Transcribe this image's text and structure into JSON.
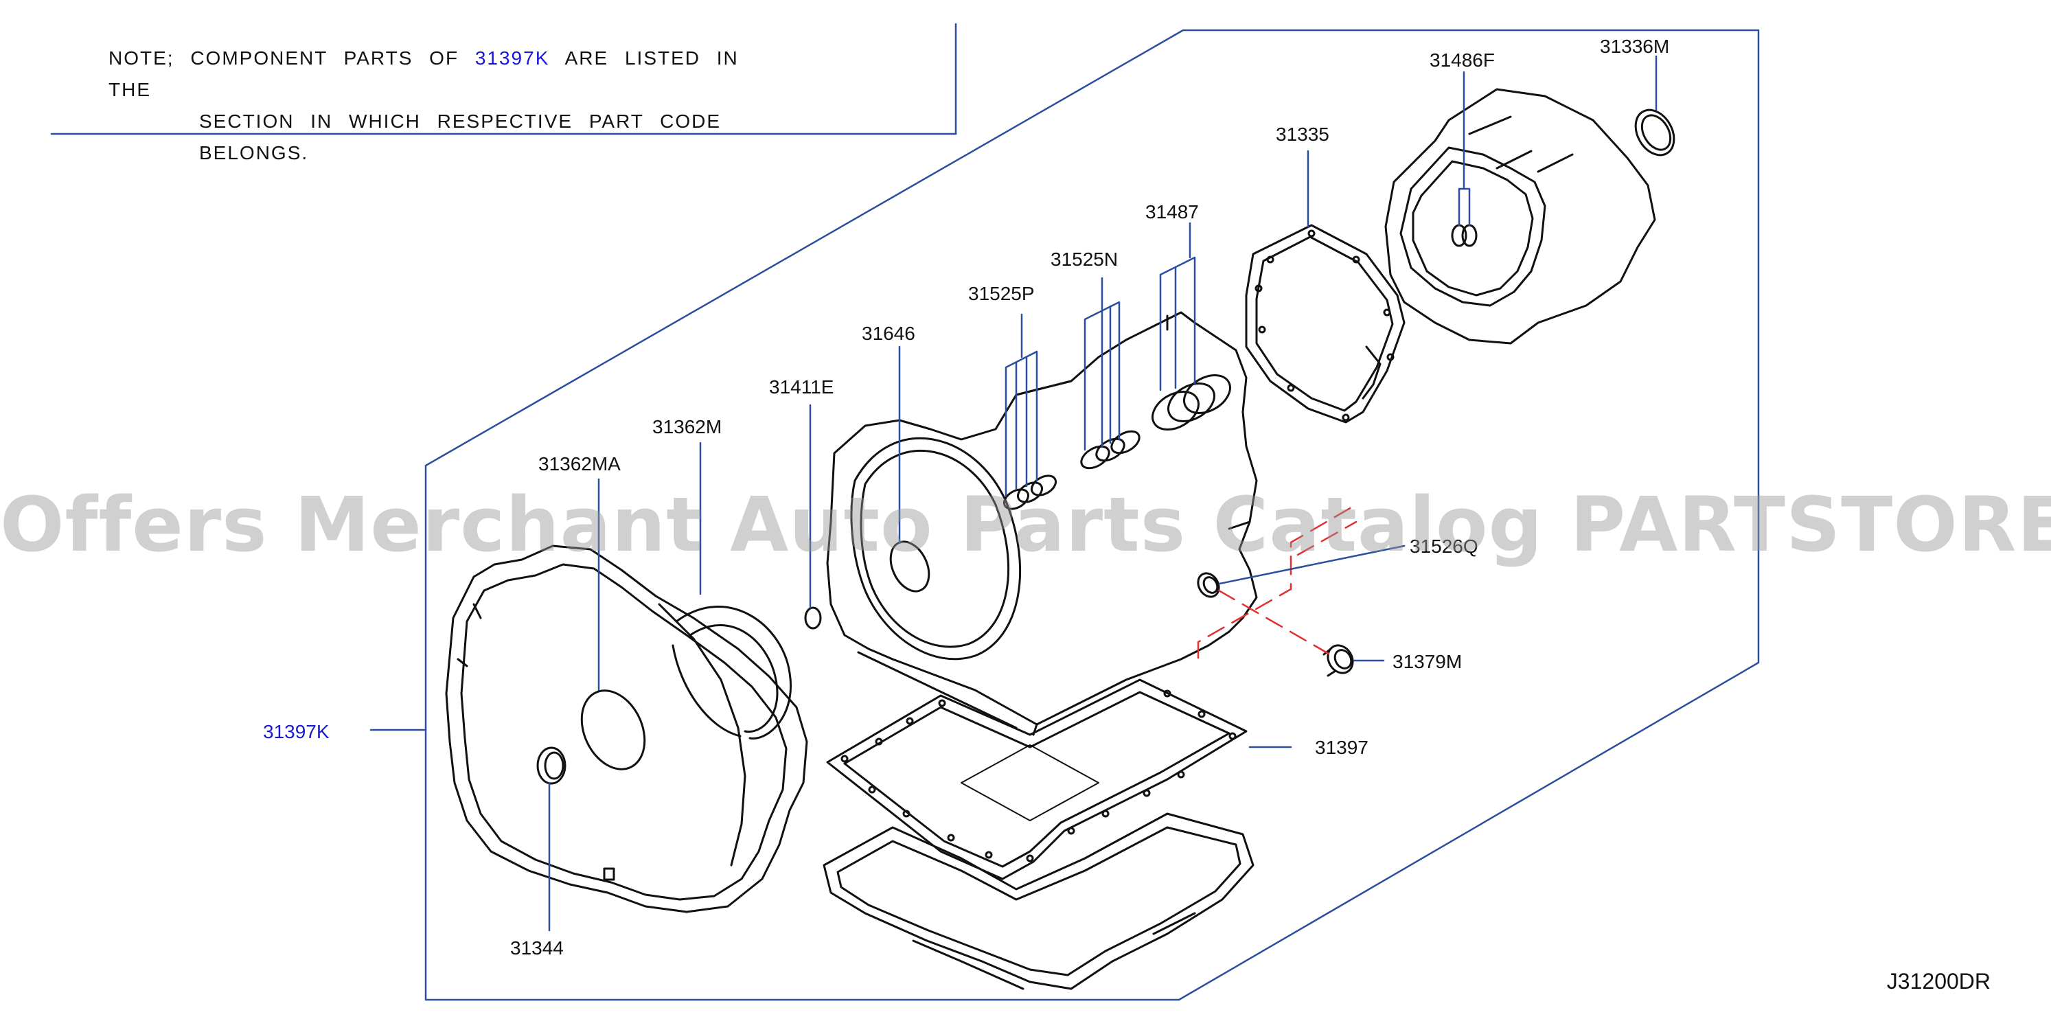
{
  "note": {
    "line1_prefix": "NOTE;  COMPONENT  PARTS  OF",
    "line1_code": "31397K",
    "line1_suffix": "ARE  LISTED  IN  THE",
    "line2": "SECTION  IN  WHICH  RESPECTIVE  PART  CODE  BELONGS."
  },
  "callouts": {
    "p31336M": "31336M",
    "p31486F": "31486F",
    "p31335": "31335",
    "p31487": "31487",
    "p31525N": "31525N",
    "p31525P": "31525P",
    "p31646": "31646",
    "p31411E": "31411E",
    "p31362M": "31362M",
    "p31362MA": "31362MA",
    "p31526Q": "31526Q",
    "p31379M": "31379M",
    "p31397": "31397",
    "p31397K": "31397K",
    "p31344": "31344"
  },
  "watermark": "Offers Merchant Auto Parts Catalog PARTSTORE.SA",
  "diagram_code": "J31200DR",
  "colors": {
    "leader_blue": "#2b4f9e",
    "link_blue": "#1a1ad6",
    "dash_red": "#e23030",
    "outline": "#111111"
  }
}
